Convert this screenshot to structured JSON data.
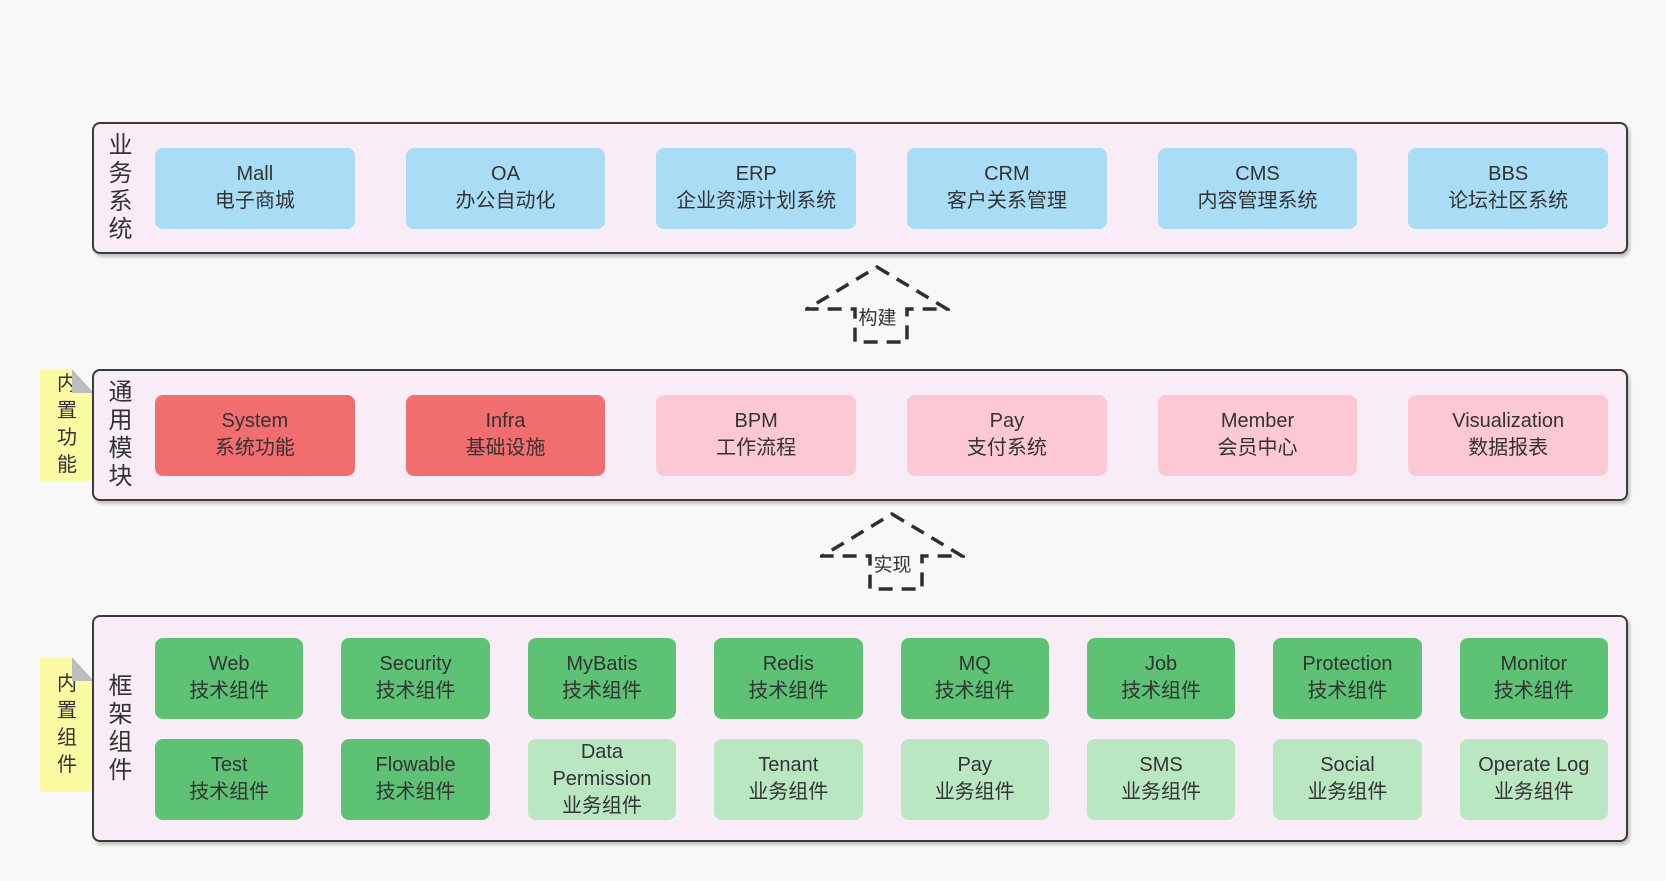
{
  "colors": {
    "page_bg": "#f8f8f8",
    "panel_bg": "#f8edf6",
    "panel_border": "#3b3b3b",
    "blue": "#a9dcf5",
    "red": "#f26d6d",
    "pink": "#fcc8d3",
    "green_dark": "#5ec274",
    "green_light": "#b9e7c2",
    "tag_bg": "#fafaa2",
    "tag_fold": "#bdbdbd",
    "text": "#333333"
  },
  "arrows": [
    {
      "label": "构建"
    },
    {
      "label": "实现"
    }
  ],
  "sections": [
    {
      "label": "业务系统",
      "boxes": [
        {
          "title": "Mall",
          "subtitle": "电子商城",
          "variant": "blue"
        },
        {
          "title": "OA",
          "subtitle": "办公自动化",
          "variant": "blue"
        },
        {
          "title": "ERP",
          "subtitle": "企业资源计划系统",
          "variant": "blue"
        },
        {
          "title": "CRM",
          "subtitle": "客户关系管理",
          "variant": "blue"
        },
        {
          "title": "CMS",
          "subtitle": "内容管理系统",
          "variant": "blue"
        },
        {
          "title": "BBS",
          "subtitle": "论坛社区系统",
          "variant": "blue"
        }
      ]
    },
    {
      "label": "通用模块",
      "tag": "内置功能",
      "boxes": [
        {
          "title": "System",
          "subtitle": "系统功能",
          "variant": "red"
        },
        {
          "title": "Infra",
          "subtitle": "基础设施",
          "variant": "red"
        },
        {
          "title": "BPM",
          "subtitle": "工作流程",
          "variant": "pink"
        },
        {
          "title": "Pay",
          "subtitle": "支付系统",
          "variant": "pink"
        },
        {
          "title": "Member",
          "subtitle": "会员中心",
          "variant": "pink"
        },
        {
          "title": "Visualization",
          "subtitle": "数据报表",
          "variant": "pink"
        }
      ]
    },
    {
      "label": "框架组件",
      "tag": "内置组件",
      "rows": [
        [
          {
            "title": "Web",
            "subtitle": "技术组件",
            "variant": "green"
          },
          {
            "title": "Security",
            "subtitle": "技术组件",
            "variant": "green"
          },
          {
            "title": "MyBatis",
            "subtitle": "技术组件",
            "variant": "green"
          },
          {
            "title": "Redis",
            "subtitle": "技术组件",
            "variant": "green"
          },
          {
            "title": "MQ",
            "subtitle": "技术组件",
            "variant": "green"
          },
          {
            "title": "Job",
            "subtitle": "技术组件",
            "variant": "green"
          },
          {
            "title": "Protection",
            "subtitle": "技术组件",
            "variant": "green"
          },
          {
            "title": "Monitor",
            "subtitle": "技术组件",
            "variant": "green"
          }
        ],
        [
          {
            "title": "Test",
            "subtitle": "技术组件",
            "variant": "green"
          },
          {
            "title": "Flowable",
            "subtitle": "技术组件",
            "variant": "green"
          },
          {
            "title": "Data Permission",
            "subtitle": "业务组件",
            "variant": "green-light"
          },
          {
            "title": "Tenant",
            "subtitle": "业务组件",
            "variant": "green-light"
          },
          {
            "title": "Pay",
            "subtitle": "业务组件",
            "variant": "green-light"
          },
          {
            "title": "SMS",
            "subtitle": "业务组件",
            "variant": "green-light"
          },
          {
            "title": "Social",
            "subtitle": "业务组件",
            "variant": "green-light"
          },
          {
            "title": "Operate Log",
            "subtitle": "业务组件",
            "variant": "green-light"
          }
        ]
      ]
    }
  ]
}
